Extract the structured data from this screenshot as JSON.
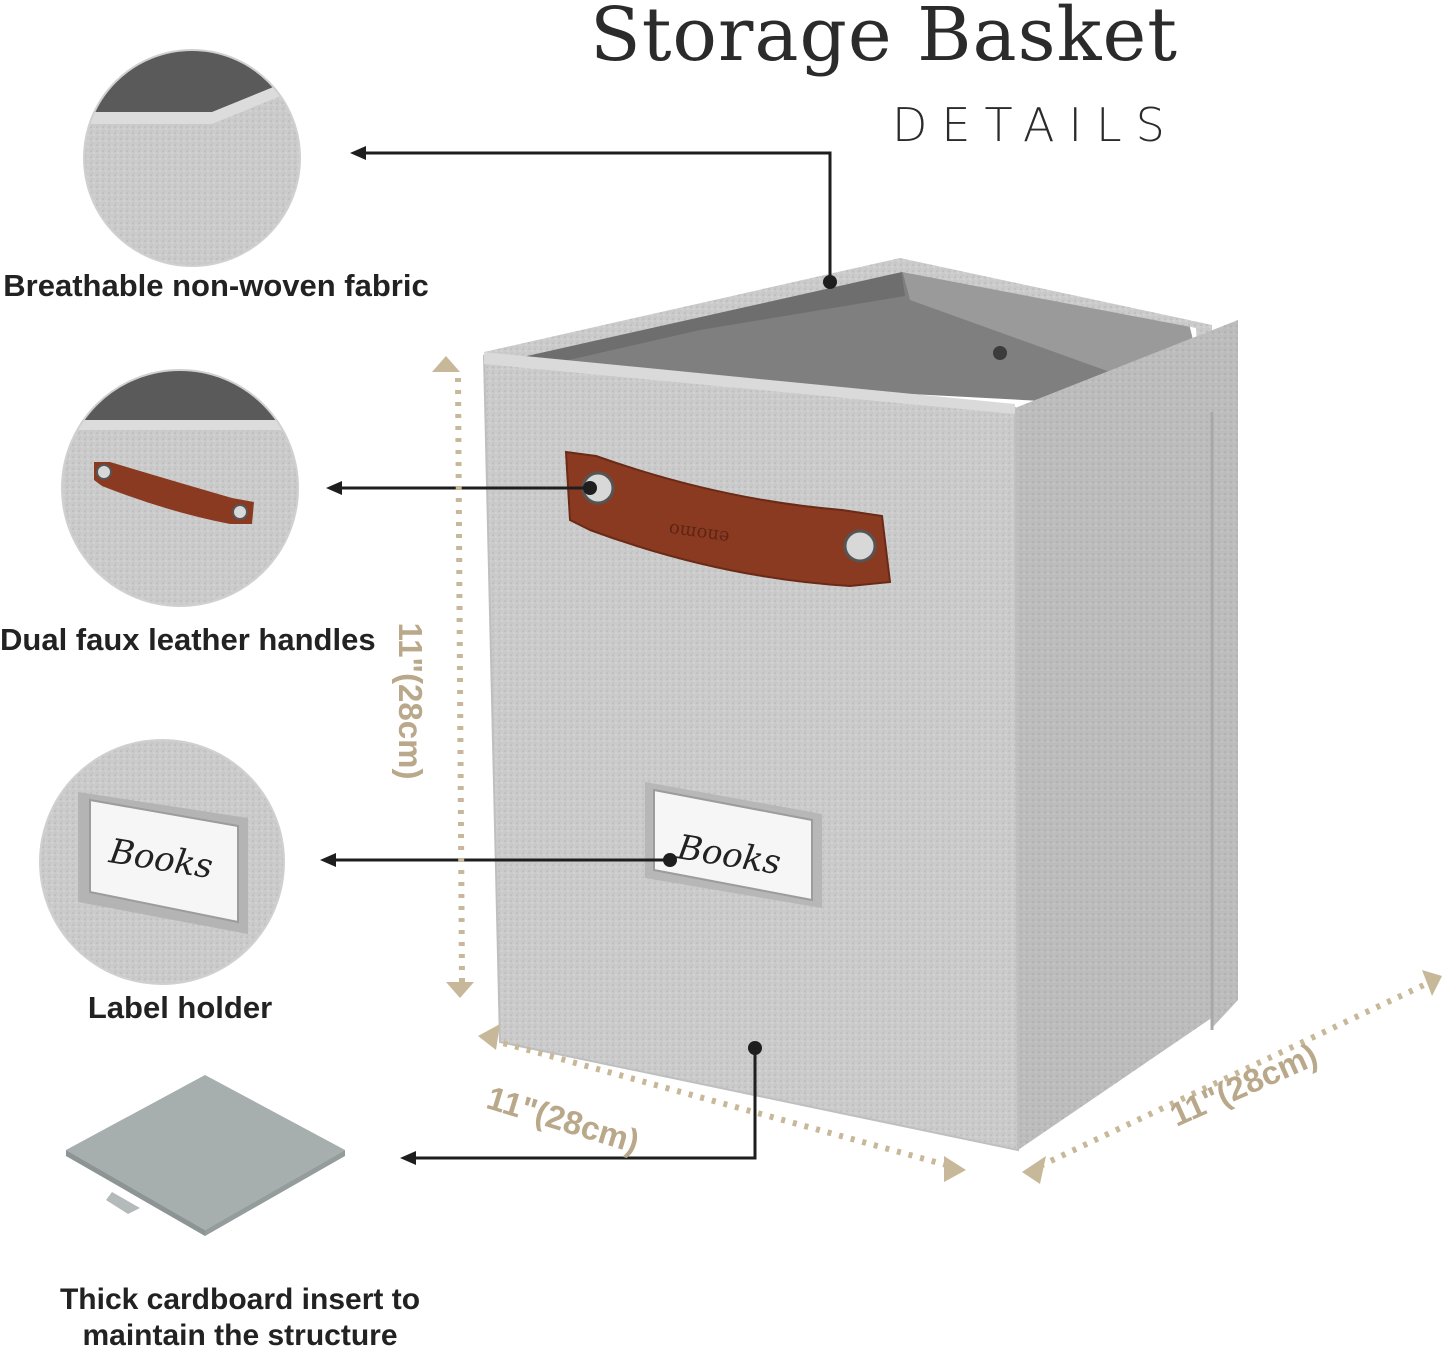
{
  "heading": {
    "title": "Storage Basket",
    "subtitle": "DETAILS"
  },
  "features": [
    {
      "label": "Breathable non-woven fabric",
      "icon": "fabric-closeup-icon"
    },
    {
      "label": "Dual faux leather handles",
      "icon": "leather-handle-icon"
    },
    {
      "label": "Label holder",
      "icon": "label-holder-icon"
    },
    {
      "label_line1": "Thick cardboard insert to",
      "label_line2": "maintain the structure",
      "icon": "cardboard-insert-icon"
    }
  ],
  "dimensions": {
    "height": "11\"(28cm)",
    "width": "11\"(28cm)",
    "depth": "11\"(28cm)"
  },
  "product": {
    "label_text": "Books",
    "handle_brand": "enomo"
  },
  "colors": {
    "fabric": "#c9c9c9",
    "interior": "#8e8e8e",
    "leather": "#8b3a22",
    "dimension": "#b9a889",
    "text": "#222222"
  }
}
